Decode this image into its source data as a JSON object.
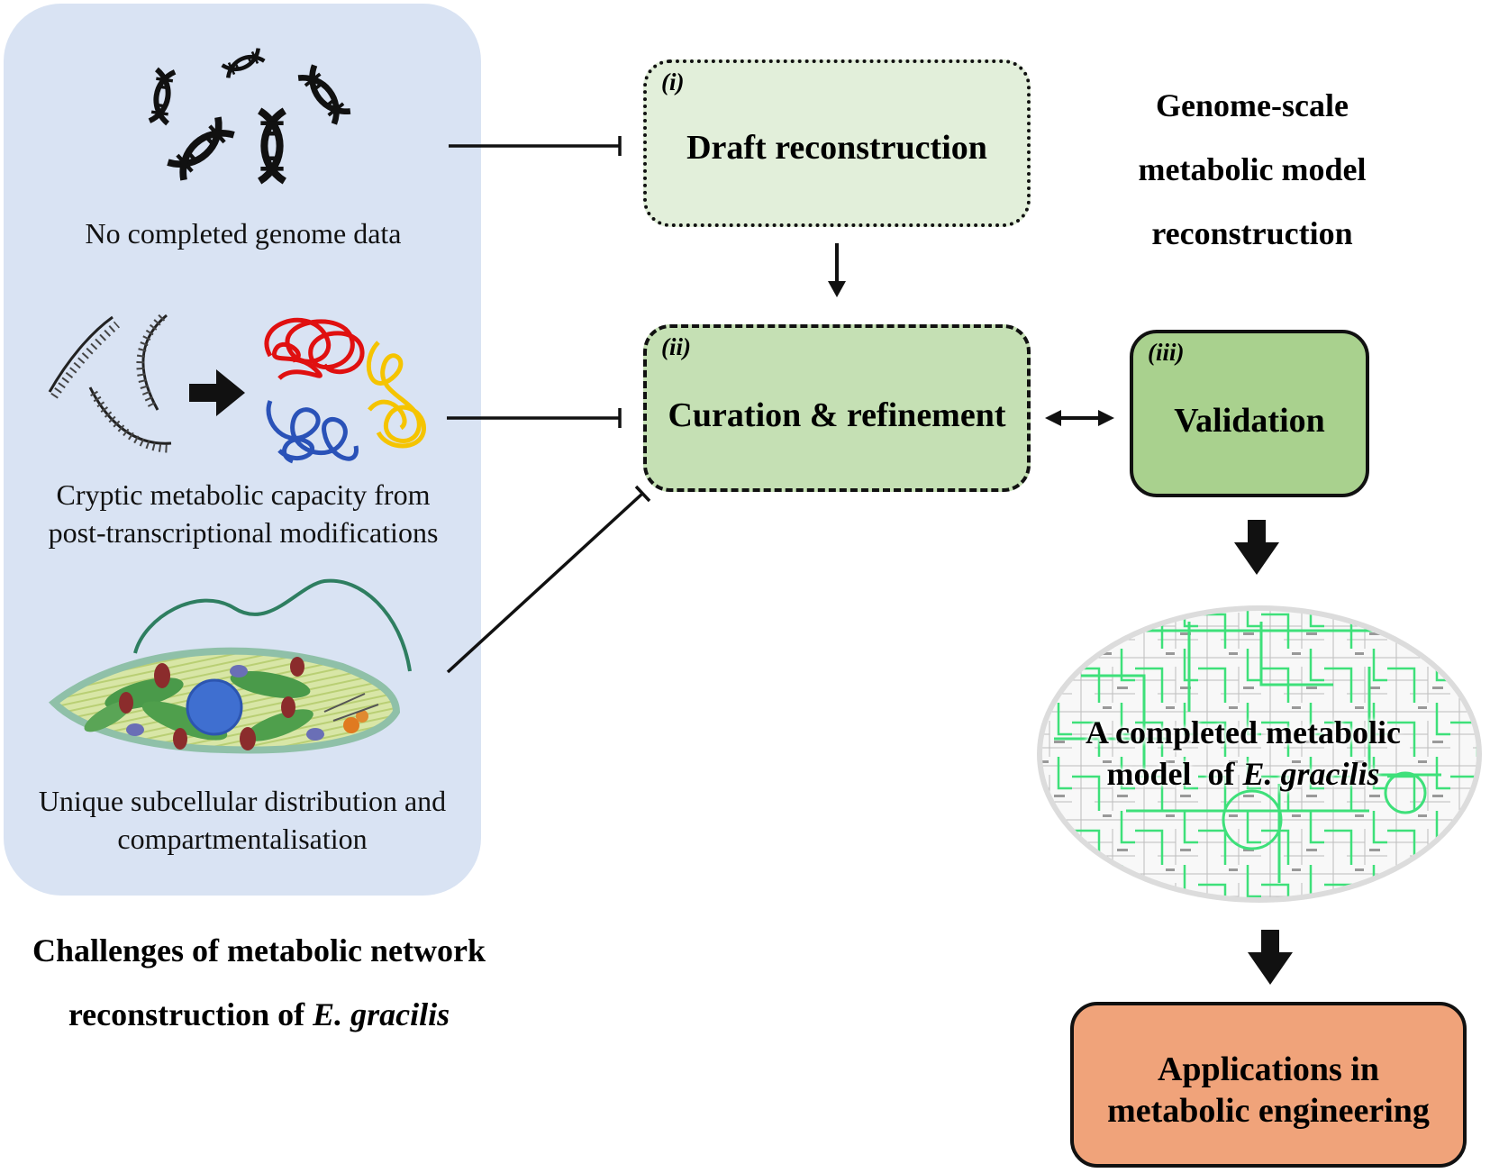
{
  "challenges": {
    "title_prefix": "Challenges of metabolic network reconstruction of ",
    "title_species": "E. gracilis",
    "items": [
      {
        "caption": "No completed genome data"
      },
      {
        "caption_line1": "Cryptic metabolic capacity from",
        "caption_line2": "post-transcriptional modifications"
      },
      {
        "caption_line1": "Unique subcellular distribution and",
        "caption_line2": "compartmentalisation"
      }
    ]
  },
  "process": {
    "title_line1": "Genome-scale",
    "title_line2": "metabolic model",
    "title_line3": "reconstruction",
    "steps": [
      {
        "number": "(i)",
        "label": "Draft reconstruction"
      },
      {
        "number": "(ii)",
        "label": "Curation & refinement"
      },
      {
        "number": "(iii)",
        "label": "Validation"
      }
    ]
  },
  "model": {
    "line1": "A completed metabolic",
    "line2_prefix": "model  of ",
    "line2_species": "E. gracilis"
  },
  "applications": {
    "line1": "Applications in",
    "line2": "metabolic engineering"
  },
  "colors": {
    "panel": "#d9e3f3",
    "draft": "#e2efda",
    "curation": "#c5e0b4",
    "validation": "#a9d18e",
    "applications": "#f0a37a",
    "network_green": "#2fd96a",
    "chromatin_red": "#e01010",
    "chromatin_yellow": "#f5c400",
    "chromatin_blue": "#2a52b8"
  }
}
